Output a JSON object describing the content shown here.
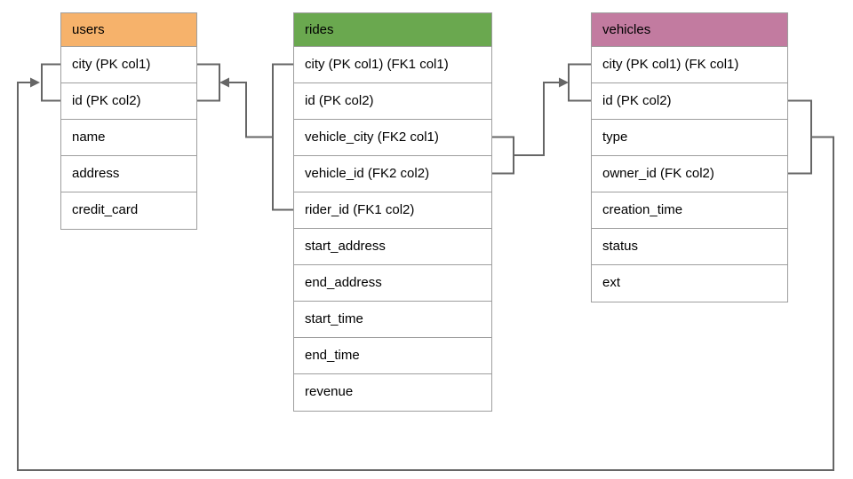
{
  "diagram": {
    "type": "database-schema",
    "tables": [
      {
        "name": "users",
        "header_color": "#F6B26B",
        "columns": [
          "city (PK col1)",
          "id (PK col2)",
          "name",
          "address",
          "credit_card"
        ]
      },
      {
        "name": "rides",
        "header_color": "#6AA84F",
        "columns": [
          "city (PK col1) (FK1 col1)",
          "id (PK col2)",
          "vehicle_city (FK2 col1)",
          "vehicle_id (FK2 col2)",
          "rider_id (FK1 col2)",
          "start_address",
          "end_address",
          "start_time",
          "end_time",
          "revenue"
        ]
      },
      {
        "name": "vehicles",
        "header_color": "#C27BA0",
        "columns": [
          "city (PK col1) (FK col1)",
          "id (PK col2)",
          "type",
          "owner_id (FK col2)",
          "creation_time",
          "status",
          "ext"
        ]
      }
    ],
    "relationships": [
      {
        "name": "rides-to-users",
        "from_table": "rides",
        "from_columns": [
          "city (PK col1) (FK1 col1)",
          "rider_id (FK1 col2)"
        ],
        "to_table": "users",
        "to_columns": [
          "city (PK col1)",
          "id (PK col2)"
        ]
      },
      {
        "name": "rides-to-vehicles",
        "from_table": "rides",
        "from_columns": [
          "vehicle_city (FK2 col1)",
          "vehicle_id (FK2 col2)"
        ],
        "to_table": "vehicles",
        "to_columns": [
          "city (PK col1) (FK col1)",
          "id (PK col2)"
        ]
      },
      {
        "name": "vehicles-to-users",
        "from_table": "vehicles",
        "from_columns": [
          "id (PK col2)",
          "owner_id (FK col2)"
        ],
        "to_table": "users",
        "to_columns": [
          "city (PK col1)",
          "id (PK col2)"
        ]
      }
    ],
    "colors": {
      "connector": "#666666",
      "table_border": "#9e9e9e",
      "text": "#000000",
      "background": "#ffffff",
      "users_header": "#F6B26B",
      "rides_header": "#6AA84F",
      "vehicles_header": "#C27BA0"
    }
  }
}
